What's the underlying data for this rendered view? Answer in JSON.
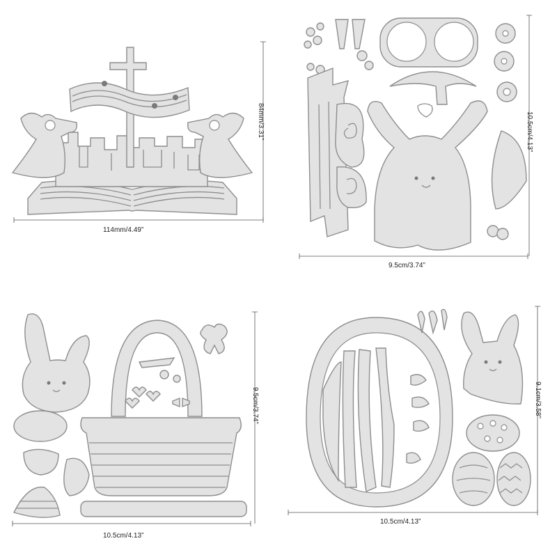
{
  "panels": {
    "church_set": {
      "width_label": "114mm/4.49”",
      "height_label": "84mm/3.31”"
    },
    "bunny_set": {
      "width_label": "9.5cm/3.74”",
      "height_label": "10.5cm/4.13”"
    },
    "basket_set": {
      "width_label": "10.5cm/4.13”",
      "height_label": "9.5cm/3.74”"
    },
    "egg_set": {
      "width_label": "10.5cm/4.13”",
      "height_label": "9.1cm/3.58”"
    }
  },
  "colors": {
    "metal": "#e3e3e3",
    "outline": "#8d8d8d",
    "background": "#ffffff"
  }
}
